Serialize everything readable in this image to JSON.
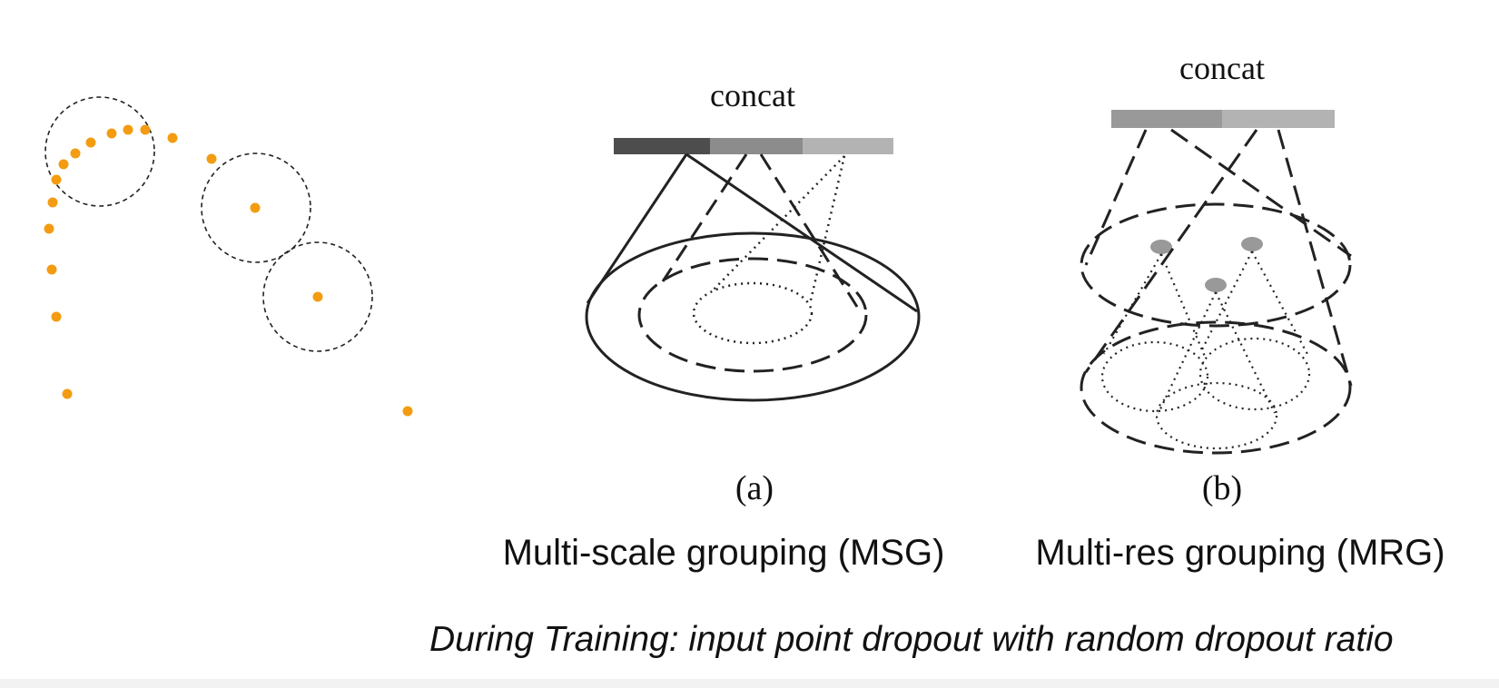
{
  "colors": {
    "point": "#f39c12",
    "stroke": "#222222",
    "bar_dark": "#4d4d4d",
    "bar_mid": "#8c8c8c",
    "bar_light": "#b3b3b3",
    "centroid": "#999999"
  },
  "panel_a": {
    "label": "(a)",
    "concat_label": "concat",
    "title": "Multi-scale grouping (MSG)"
  },
  "panel_b": {
    "label": "(b)",
    "concat_label": "concat",
    "title": "Multi-res grouping (MRG)"
  },
  "caption": "During Training: input point dropout with random dropout ratio"
}
